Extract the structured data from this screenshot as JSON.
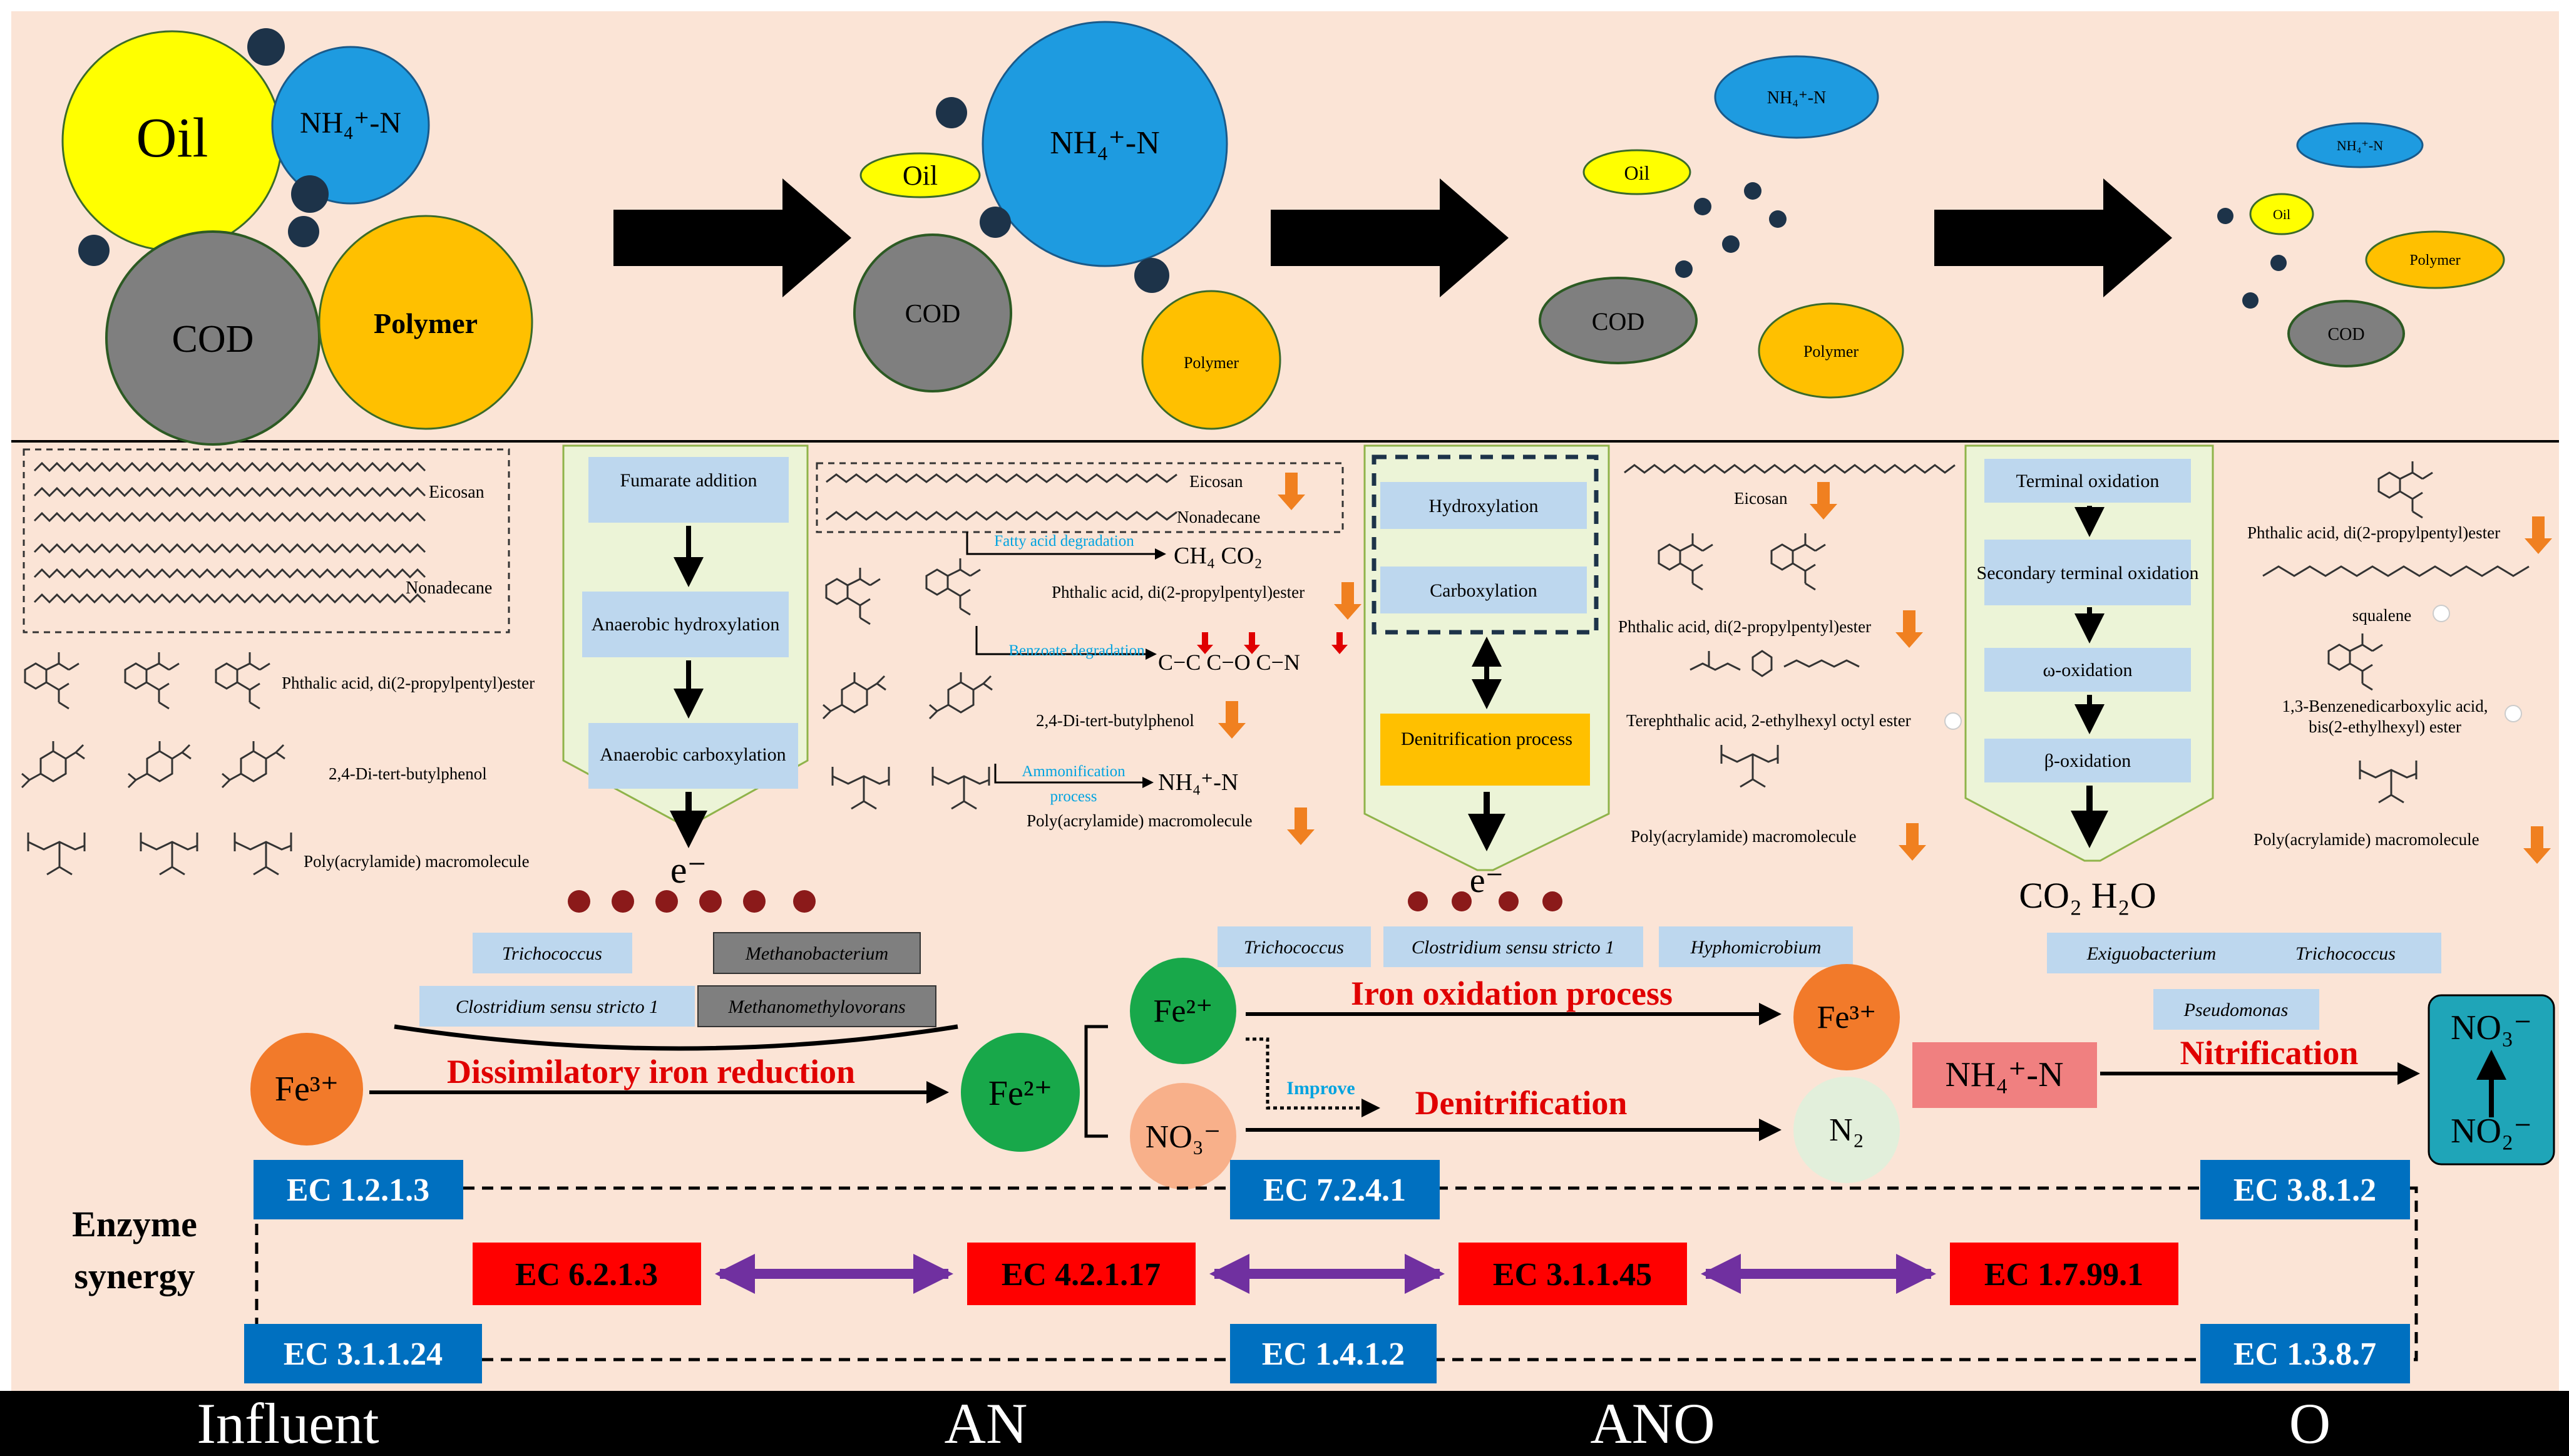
{
  "colors": {
    "background": "#fbe4d6",
    "oil": "#ffff00",
    "nh4": "#1e9be0",
    "cod": "#7f7f7f",
    "polymer": "#ffc000",
    "dot": "#1d3349",
    "step_box": "#bdd7ee",
    "funnel": "#ecf4d7",
    "funnel_border": "#8fb34a",
    "bacteria_blue": "#bdd7ee",
    "bacteria_gray": "#7f7f7f",
    "ec_blue": "#0070c0",
    "ec_red": "#ff0000",
    "arrow_purple": "#7030a0",
    "process_red": "#e00000",
    "improve_cyan": "#00a3e0",
    "fe3": "#f27a2a",
    "fe2": "#18a84a",
    "no3_circle": "#f8b08a",
    "n2_circle": "#e2efdb",
    "nh4_box": "#f08080",
    "nitrate_box": "#1fa5b8",
    "bottom_bar": "#000000",
    "down_arrow_orange": "#f08020",
    "electron_ball": "#8b1a1a"
  },
  "top_row": {
    "influent": {
      "oil": "Oil",
      "nh4": "NH₄⁺-N",
      "cod": "COD",
      "polymer": "Polymer"
    },
    "an": {
      "oil": "Oil",
      "nh4": "NH₄⁺-N",
      "cod": "COD",
      "polymer": "Polymer"
    },
    "ano": {
      "oil": "Oil",
      "nh4": "NH₄⁺-N",
      "cod": "COD",
      "polymer": "Polymer"
    },
    "o": {
      "oil": "Oil",
      "nh4": "NH₄⁺-N",
      "cod": "COD",
      "polymer": "Polymer"
    }
  },
  "compounds": {
    "influent": [
      "Eicosan",
      "Nonadecane",
      "Phthalic acid, di(2-propylpentyl)ester",
      "2,4-Di-tert-butylphenol",
      "Poly(acrylamide) macromolecule"
    ],
    "an": [
      "Eicosan",
      "Nonadecane",
      "Phthalic acid, di(2-propylpentyl)ester",
      "2,4-Di-tert-butylphenol",
      "Poly(acrylamide) macromolecule"
    ],
    "ano": [
      "Eicosan",
      "Phthalic acid, di(2-propylpentyl)ester",
      "Terephthalic acid, 2-ethylhexyl octyl ester",
      "Poly(acrylamide) macromolecule"
    ],
    "o": [
      "Phthalic acid, di(2-propylpentyl)ester",
      "squalene",
      "1,3-Benzenedicarboxylic acid,",
      "bis(2-ethylhexyl) ester",
      "Poly(acrylamide) macromolecule"
    ]
  },
  "an_pathways": {
    "fatty": "Fatty acid degradation",
    "benzoate": "Benzoate degradation",
    "ammonification_1": "Ammonification",
    "ammonification_2": "process",
    "products_1": "CH₄  CO₂",
    "products_2": "C−C  C−O   C−N",
    "products_3": "NH₄⁺-N"
  },
  "funnels": {
    "an": [
      "Fumarate addition",
      "Anaerobic hydroxylation",
      "Anaerobic carboxylation"
    ],
    "ano": [
      "Hydroxylation",
      "Carboxylation",
      "Denitrification process"
    ],
    "o": [
      "Terminal oxidation",
      "Secondary terminal oxidation",
      "ω-oxidation",
      "β-oxidation"
    ],
    "electron": "e⁻",
    "o_products": "CO₂  H₂O"
  },
  "bacteria": {
    "an": [
      "Trichococcus",
      "Methanobacterium",
      "Clostridium sensu stricto 1",
      "Methanomethylovorans"
    ],
    "ano": [
      "Trichococcus",
      "Clostridium sensu stricto 1",
      "Hyphomicrobium"
    ],
    "o": [
      "Exiguobacterium",
      "Trichococcus",
      "Pseudomonas"
    ]
  },
  "processes": {
    "dissimilatory": "Dissimilatory iron reduction",
    "iron_oxidation": "Iron oxidation process",
    "improve": "Improve",
    "denitrification": "Denitrification",
    "nitrification": "Nitrification"
  },
  "species": {
    "fe3_a": "Fe³⁺",
    "fe2_a": "Fe²⁺",
    "fe2_b": "Fe²⁺",
    "fe3_b": "Fe³⁺",
    "no3_a": "NO₃⁻",
    "n2": "N₂",
    "nh4": "NH₄⁺-N",
    "no3_b": "NO₃⁻",
    "no2": "NO₂⁻"
  },
  "enzyme": {
    "title_1": "Enzyme",
    "title_2": "synergy",
    "blue_top": [
      "EC 1.2.1.3",
      "EC 7.2.4.1",
      "EC 3.8.1.2"
    ],
    "red_mid": [
      "EC 6.2.1.3",
      "EC 4.2.1.17",
      "EC 3.1.1.45",
      "EC 1.7.99.1"
    ],
    "blue_bottom": [
      "EC 3.1.1.24",
      "EC 1.4.1.2",
      "EC 1.3.8.7"
    ]
  },
  "stages": [
    "Influent",
    "AN",
    "ANO",
    "O"
  ]
}
